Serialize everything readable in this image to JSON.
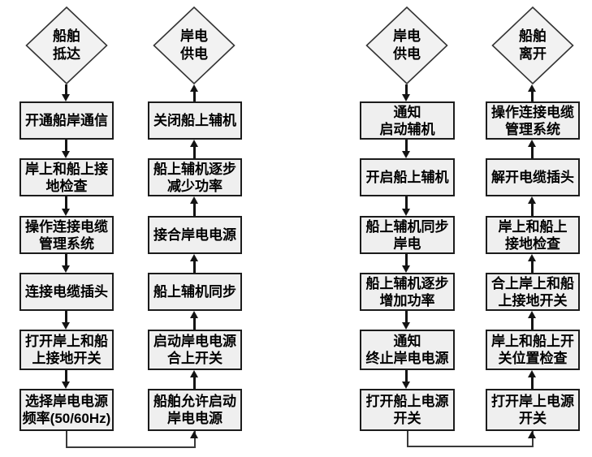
{
  "page": {
    "background_color": "#ffffff",
    "box_fill_color": "#efefef",
    "box_border_color": "#1c1c1c",
    "arrow_color": "#141414",
    "text_color": "#000000"
  },
  "flow1": {
    "start": "船舶\n抵达",
    "end": "岸电\n供电",
    "down_steps": [
      "开通船岸通信",
      "岸上和船上接\n地检查",
      "操作连接电缆\n管理系统",
      "连接电缆插头",
      "打开岸上和船\n上接地开关",
      "选择岸电电源\n频率(50/60Hz)"
    ],
    "up_steps": [
      "关闭船上辅机",
      "船上辅机逐步\n减少功率",
      "接合岸电电源",
      "船上辅机同步",
      "启动岸电电源\n合上开关",
      "船舶允许启动\n岸电电源"
    ]
  },
  "flow2": {
    "start": "岸电\n供电",
    "end": "船舶\n离开",
    "down_steps": [
      "通知\n启动辅机",
      "开启船上辅机",
      "船上辅机同步\n岸电",
      "船上辅机逐步\n增加功率",
      "通知\n终止岸电电源",
      "打开船上电源\n开关"
    ],
    "up_steps": [
      "操作连接电缆\n管理系统",
      "解开电缆插头",
      "岸上和船上\n接地检查",
      "合上岸上和船\n上接地开关",
      "岸上和船上开\n关位置检查",
      "打开岸上电源\n开关"
    ]
  }
}
